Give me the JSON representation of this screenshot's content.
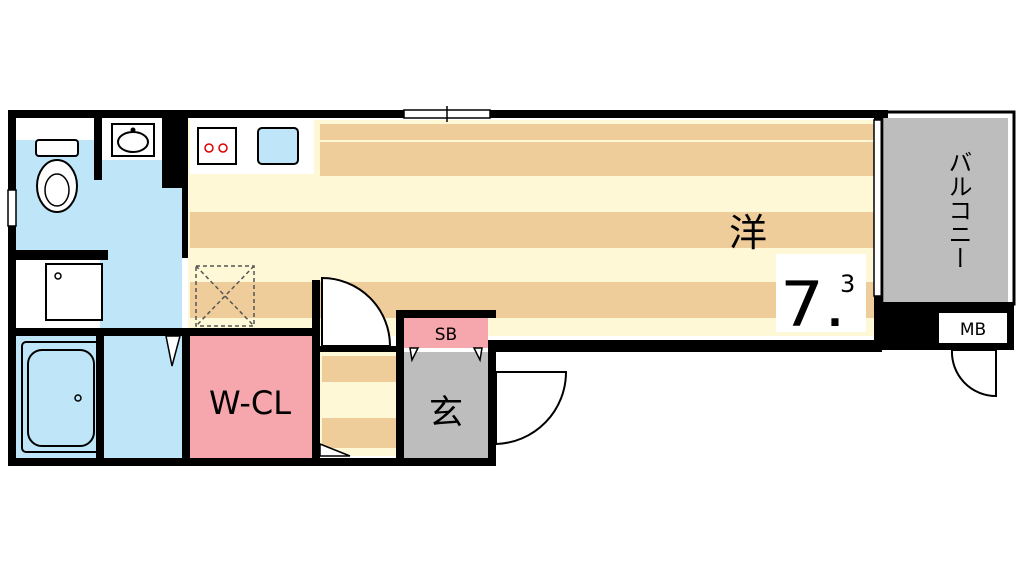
{
  "rooms": {
    "western": {
      "kanji": "洋",
      "size_main": "7.",
      "size_sub": "3"
    },
    "balcony": {
      "label": "バルコニー"
    },
    "walk_in_closet": {
      "label": "W-CL"
    },
    "entrance": {
      "label": "玄"
    },
    "shoe_box": {
      "label": "SB"
    },
    "meter_box": {
      "label": "MB"
    }
  },
  "colors": {
    "wall": "#000000",
    "floor_stripe_dark": "#efcd9b",
    "floor_stripe_light": "#fff8d6",
    "wet_area": "#bfe6f8",
    "balcony": "#bdbdbd",
    "entrance": "#bdbdbd",
    "closet": "#f5a7ad",
    "shoe_box": "#f5a7ad"
  }
}
